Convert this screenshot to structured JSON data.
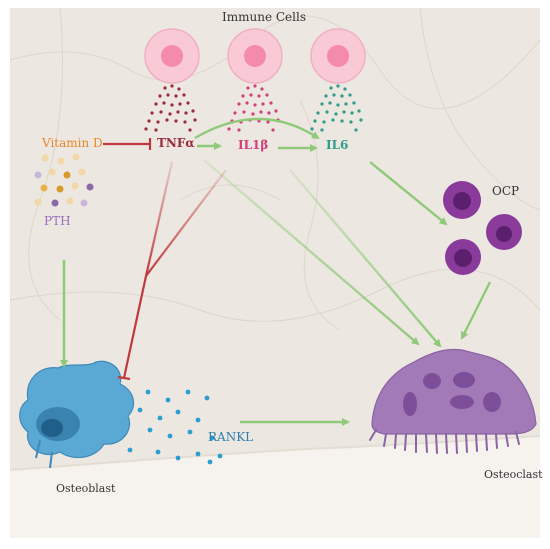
{
  "labels": {
    "immune_cells": "Immune Cells",
    "vitamin_d": "Vitamin D",
    "tnfa": "TNFα",
    "il1b": "IL1β",
    "il6": "IL6",
    "pth": "PTH",
    "ocp": "OCP",
    "rankl": "RANKL",
    "osteoblast": "Osteoblast",
    "osteoclast": "Osteoclast"
  },
  "colors": {
    "background": "#ece7e0",
    "bone_surface": "#f6f3ef",
    "immune_cell": "#f9c9d6",
    "immune_nucleus": "#f58bab",
    "tnfa": "#9b2a3a",
    "il1b": "#d0407a",
    "il6": "#2d9c8a",
    "vitamin_d": "#e8862a",
    "pth": "#9a6fbf",
    "ocp": "#8a3a9a",
    "osteoblast": "#5aa8d4",
    "osteoclast": "#a27ab8",
    "rankl": "#2c9fd0",
    "activation_arrow": "#8fc97a",
    "inhibition_line": "#c0393b"
  }
}
